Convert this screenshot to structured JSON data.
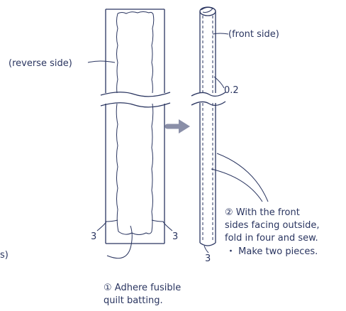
{
  "colors": {
    "line": "#2a3560",
    "arrow": "#8a8fa8",
    "background": "#ffffff"
  },
  "left_strip": {
    "label_reverse": "(reverse side)",
    "margin_left": "3",
    "margin_right": "3",
    "caption_line1": "① Adhere fusible",
    "caption_line2": "quilt batting."
  },
  "right_strip": {
    "label_front": "(front side)",
    "seam_allowance": "0.2",
    "bottom_margin": "3",
    "caption_line1": "② With the front",
    "caption_line2": "sides facing outside,",
    "caption_line3": "fold in four and sew.",
    "caption_line4": "・ Make two pieces."
  },
  "edge_fragment": "s)",
  "icons": {
    "direction_arrow": "arrow-right-icon"
  }
}
